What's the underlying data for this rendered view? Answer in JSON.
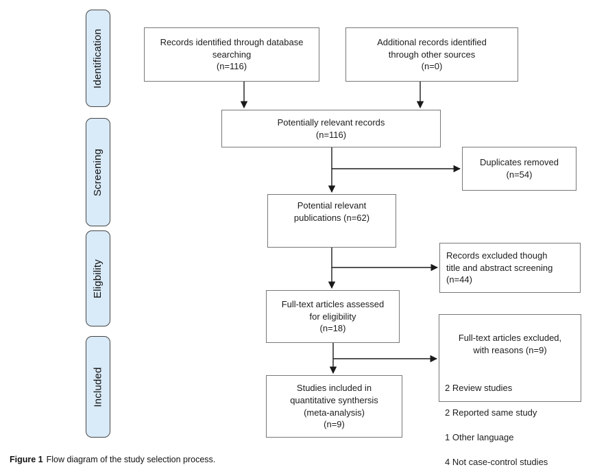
{
  "colors": {
    "stage_fill": "#d9eaf8",
    "stage_border": "#454545",
    "box_border": "#767676",
    "arrow": "#1a1a1a",
    "text": "#1c1c1c"
  },
  "stages": [
    {
      "label": "Identification"
    },
    {
      "label": "Screening"
    },
    {
      "label": "Eligbility"
    },
    {
      "label": "Included"
    }
  ],
  "flow": {
    "records_db": "Records identified through database\nsearching\n(n=116)",
    "additional_records": "Additional records identified\nthrough other sources\n(n=0)",
    "potentially_relevant": "Potentially relevant records\n(n=116)",
    "duplicates_removed": "Duplicates removed\n(n=54)",
    "potential_publications": "Potential relevant\npublications (n=62)",
    "records_excluded": "Records excluded though\ntitle and abstract screening\n(n=44)",
    "fulltext_assessed": "Full-text articles assessed\nfor eligibility\n(n=18)",
    "fulltext_excluded": {
      "title": "Full-text articles excluded,\nwith reasons (n=9)",
      "reasons": [
        "2 Review studies",
        "2 Reported same study",
        "1 Other language",
        "4 Not case-control studies"
      ]
    },
    "studies_included": "Studies included in\nquantitative synthersis\n(meta-analysis)\n(n=9)"
  },
  "caption": {
    "label": "Figure 1",
    "text": "Flow diagram of the study selection process."
  }
}
